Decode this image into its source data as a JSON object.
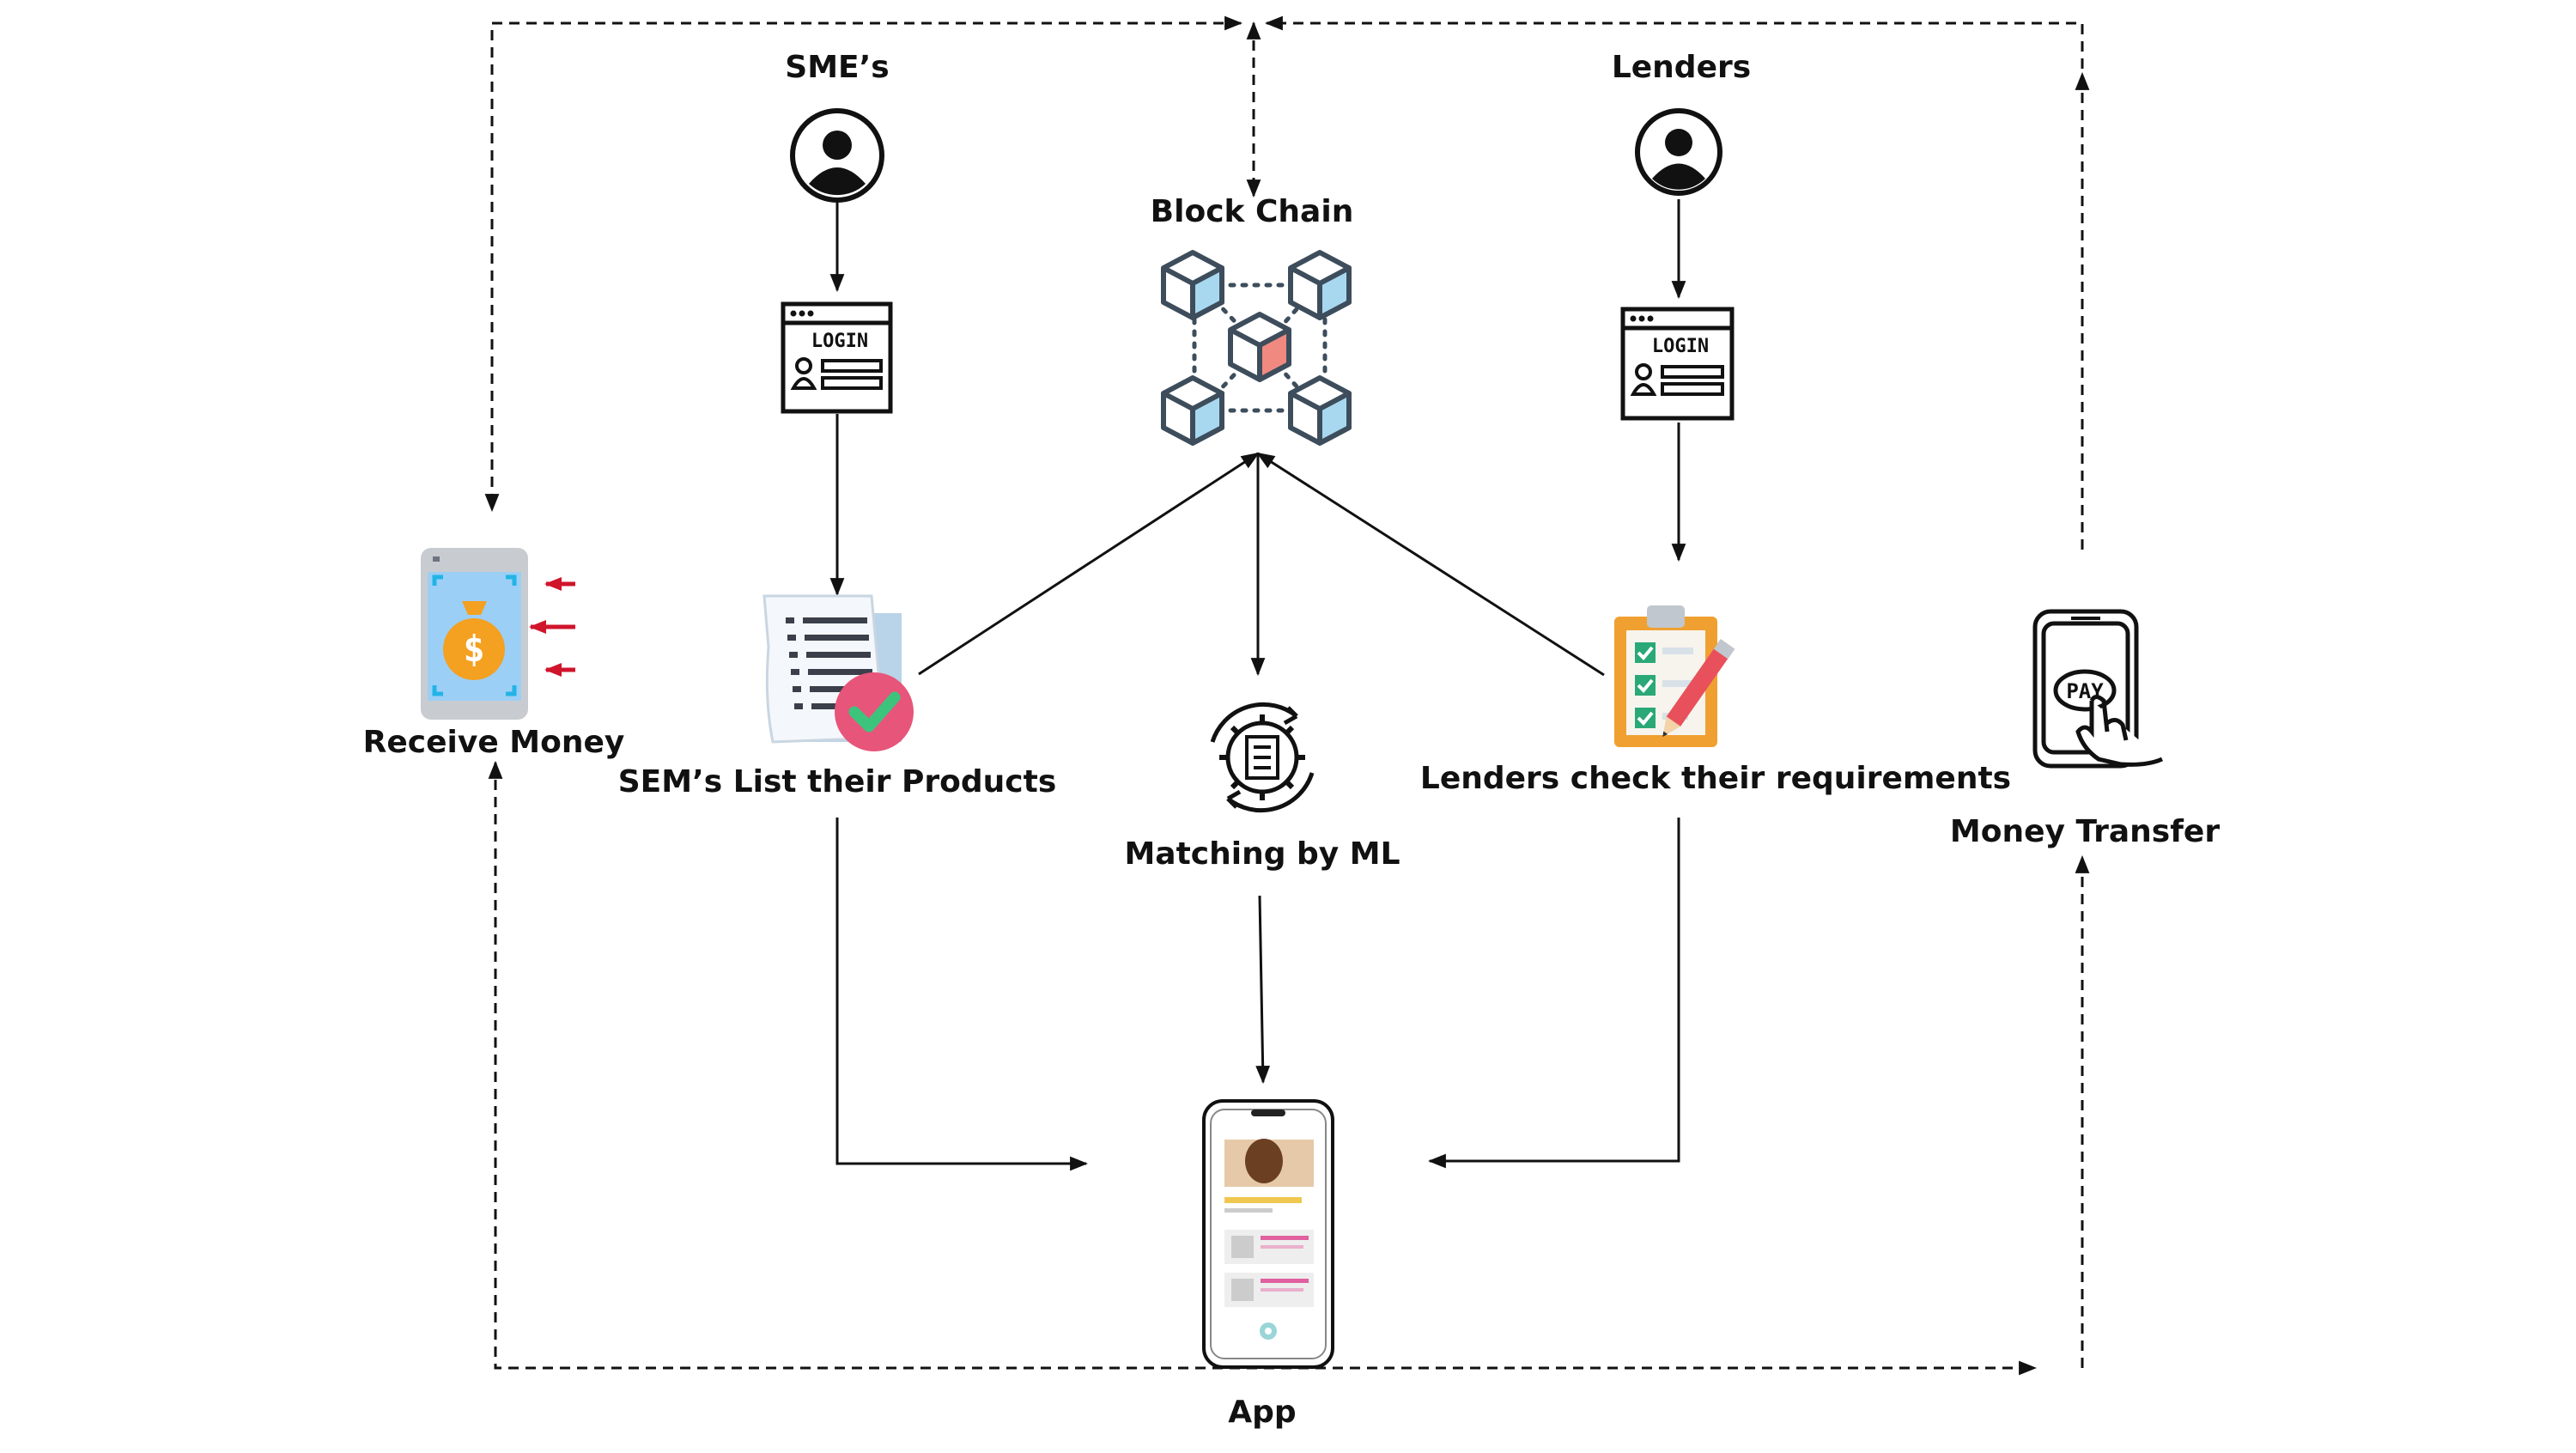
{
  "nodes": {
    "smes": {
      "label": "SME’s",
      "icon": "user-icon"
    },
    "sme_login": {
      "label": "LOGIN",
      "icon": "login-window-icon"
    },
    "lenders": {
      "label": "Lenders",
      "icon": "user-icon"
    },
    "lender_login": {
      "label": "LOGIN",
      "icon": "login-window-icon"
    },
    "blockchain": {
      "label": "Block Chain",
      "icon": "blockchain-network-icon"
    },
    "sme_products": {
      "label": "SEM’s List their Products",
      "icon": "document-checkmark-icon"
    },
    "lender_requirements": {
      "label": "Lenders check their requirements",
      "icon": "clipboard-checklist-icon"
    },
    "matching": {
      "label": "Matching by ML",
      "icon": "gear-document-sync-icon"
    },
    "receive_money": {
      "label": "Receive Money",
      "icon": "phone-money-bag-icon"
    },
    "money_transfer": {
      "label": "Money Transfer",
      "icon": "hand-tap-pay-phone-icon"
    },
    "app": {
      "label": "App",
      "icon": "mobile-app-icon"
    }
  },
  "pay_text": "PAY",
  "currency_symbol": "$",
  "colors": {
    "line": "#111111",
    "arrow_red": "#d0142c",
    "cube_light": "#a8d8f0",
    "cube_accent": "#f08a80",
    "cube_stroke": "#3d4d5c",
    "check_pink": "#e8557a",
    "check_green": "#3cc47c",
    "clipboard": "#f0a030",
    "checkbox_green": "#2aa877",
    "bag_orange": "#f4a020",
    "phone_blue": "#9ccff5",
    "pencil_red": "#e8505b"
  }
}
